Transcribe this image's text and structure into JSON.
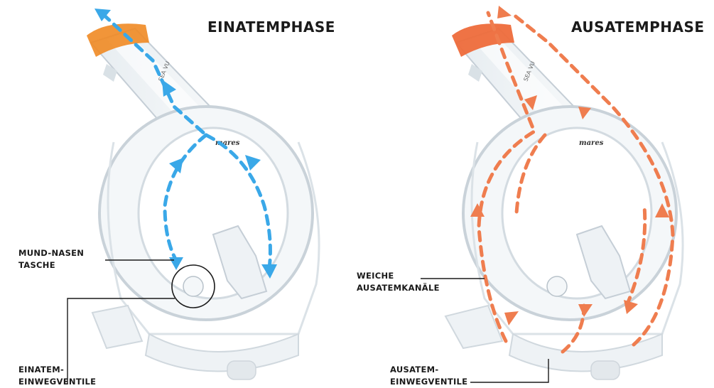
{
  "colors": {
    "inhale_flow": "#3aa8e8",
    "exhale_flow": "#ef7d4f",
    "tube_top": "#f08a24",
    "mask_outline": "#c9d2d9",
    "leader_line": "#1a1a1a"
  },
  "panels": [
    {
      "title": "EINATEMPHASE",
      "flow": "inhale",
      "labels": [
        {
          "lines": [
            "MUND-NASEN",
            "TASCHE"
          ]
        },
        {
          "lines": [
            "EINATEM-",
            "EINWEGVENTILE"
          ]
        }
      ]
    },
    {
      "title": "AUSATEMPHASE",
      "flow": "exhale",
      "labels": [
        {
          "lines": [
            "WEICHE",
            "AUSATEMKANÄLE"
          ]
        },
        {
          "lines": [
            "AUSATEM-",
            "EINWEGVENTILE"
          ]
        }
      ]
    }
  ],
  "logo_text": "mares",
  "tube_text": "SEA VU"
}
